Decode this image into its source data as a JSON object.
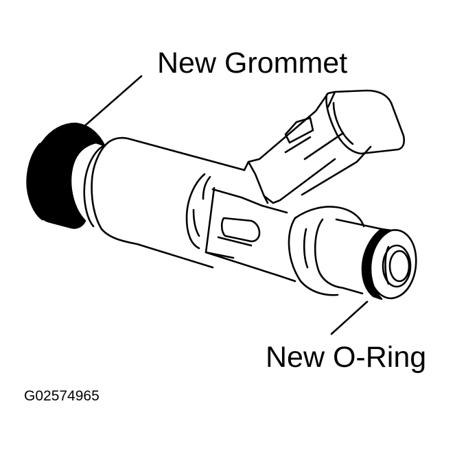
{
  "diagram": {
    "subject": "fuel-injector",
    "labels": {
      "grommet": "New Grommet",
      "oring": "New O-Ring"
    },
    "figure_id": "G02574965",
    "colors": {
      "ink": "#000000",
      "background": "#ffffff"
    }
  }
}
